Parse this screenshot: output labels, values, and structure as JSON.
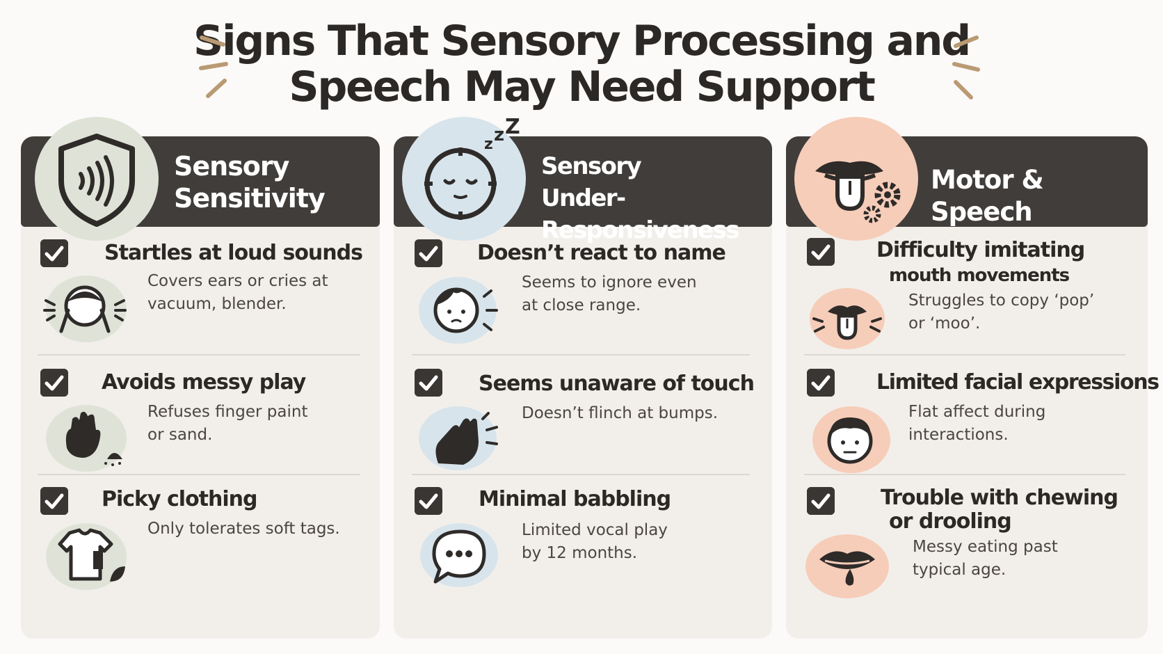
{
  "title": {
    "line1": "Signs That Sensory Processing and",
    "line2": "Speech May Need Support"
  },
  "columns": [
    {
      "header_line1": "Sensory",
      "header_line2": "Sensitivity",
      "header_icon": "shield-sound-icon",
      "accent_color": "#dfe3d7",
      "items": [
        {
          "title": "Startles at loud sounds",
          "desc_line1": "Covers ears or cries at",
          "desc_line2": "vacuum, blender.",
          "icon": "child-covering-ears-icon"
        },
        {
          "title": "Avoids messy play",
          "desc_line1": "Refuses finger paint",
          "desc_line2": "or sand.",
          "icon": "messy-hand-icon"
        },
        {
          "title": "Picky clothing",
          "desc_line1": "Only tolerates soft tags.",
          "desc_line2": "",
          "icon": "tshirt-tag-icon"
        }
      ]
    },
    {
      "header_line1": "Sensory",
      "header_line2": "Under-Responsiveness",
      "header_icon": "sleepy-face-icon",
      "accent_color": "#d7e4ec",
      "items": [
        {
          "title": "Doesn’t react to name",
          "desc_line1": "Seems to ignore even",
          "desc_line2": "at close range.",
          "icon": "child-face-icon"
        },
        {
          "title": "Seems unaware of touch",
          "desc_line1": "Doesn’t flinch at bumps.",
          "desc_line2": "",
          "icon": "hand-touch-icon"
        },
        {
          "title": "Minimal babbling",
          "desc_line1": "Limited vocal play",
          "desc_line2": "by 12 months.",
          "icon": "speech-bubble-icon"
        }
      ]
    },
    {
      "header_line1": "Motor & Speech",
      "header_line2": "",
      "header_icon": "mouth-gears-icon",
      "accent_color": "#f6cdb9",
      "items": [
        {
          "title_line1": "Difficulty imitating",
          "title_line2": "mouth movements",
          "desc_line1": "Struggles to copy ‘pop’",
          "desc_line2": "or ‘moo’.",
          "icon": "tongue-mouth-icon"
        },
        {
          "title": "Limited facial expressions",
          "desc_line1": "Flat affect during",
          "desc_line2": "interactions.",
          "icon": "flat-face-icon"
        },
        {
          "title_line1": "Trouble with chewing",
          "title_line2": "or drooling",
          "desc_line1": "Messy eating past",
          "desc_line2": "typical age.",
          "icon": "drooling-mouth-icon"
        }
      ]
    }
  ]
}
